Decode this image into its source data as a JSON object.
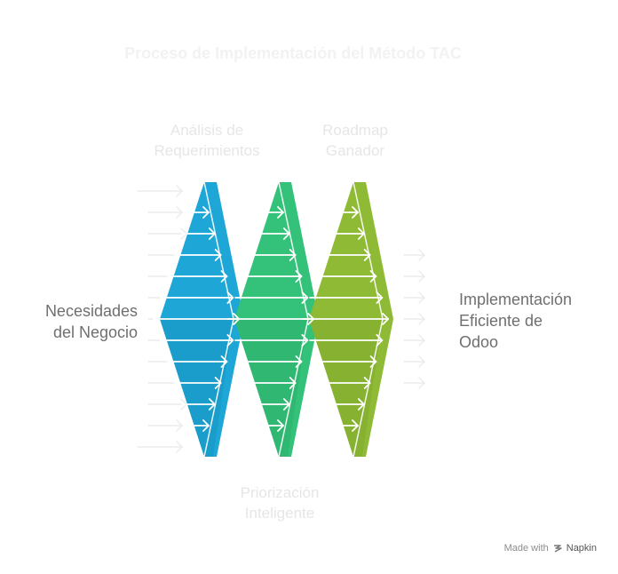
{
  "title": "Proceso de Implementación del Método TAC",
  "input_label": "Necesidades\ndel Negocio",
  "output_label": "Implementación\nEficiente de\nOdoo",
  "stages": [
    {
      "label": "Análisis de\nRequerimientos",
      "color": "#1da6d6",
      "shade": "#178cb8"
    },
    {
      "label": "Priorización\nInteligente",
      "color": "#34c27a",
      "shade": "#2aa566"
    },
    {
      "label": "Roadmap\nGanador",
      "color": "#8fba35",
      "shade": "#79a12b"
    }
  ],
  "credit": {
    "prefix": "Made with",
    "brand": "Napkin",
    "icon": "napkin-logo-icon"
  }
}
